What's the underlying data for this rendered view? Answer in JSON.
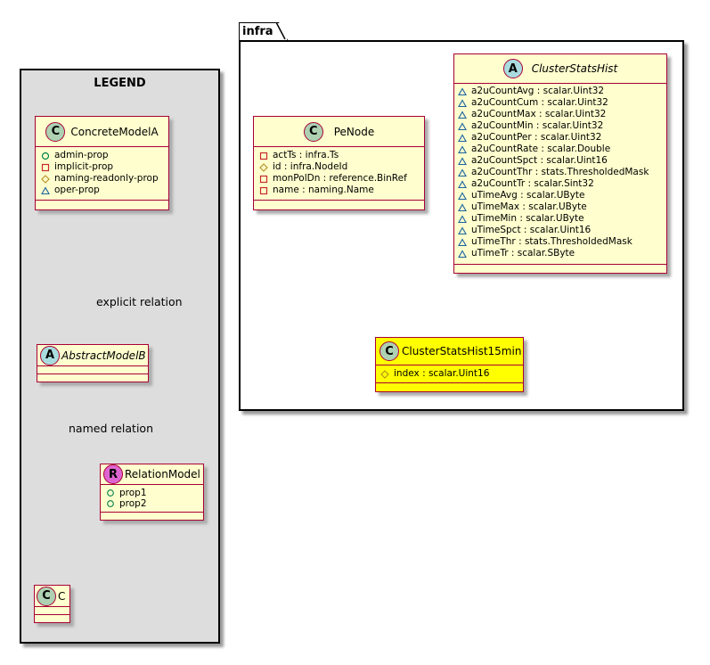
{
  "legend": {
    "title": "LEGEND",
    "concrete_model": {
      "stereotype_icon": "C",
      "name": "ConcreteModelA",
      "attributes": [
        {
          "visibility": "public",
          "text": "admin-prop"
        },
        {
          "visibility": "private",
          "text": "implicit-prop"
        },
        {
          "visibility": "protected",
          "text": "naming-readonly-prop"
        },
        {
          "visibility": "package",
          "text": "oper-prop"
        }
      ]
    },
    "abstract_model": {
      "stereotype_icon": "A",
      "name": "AbstractModelB"
    },
    "relation_model": {
      "stereotype_icon": "R",
      "name": "RelationModel",
      "attributes": [
        {
          "visibility": "public",
          "text": "prop1"
        },
        {
          "visibility": "public",
          "text": "prop2"
        }
      ]
    },
    "class_c": {
      "stereotype_icon": "C",
      "name": "C"
    },
    "edges": {
      "explicit": "explicit relation",
      "named": "named relation"
    }
  },
  "package": {
    "name": "infra",
    "pe_node": {
      "stereotype_icon": "C",
      "name": "PeNode",
      "attributes": [
        {
          "visibility": "private",
          "text": "actTs : infra.Ts"
        },
        {
          "visibility": "protected",
          "text": "id : infra.NodeId"
        },
        {
          "visibility": "private",
          "text": "monPolDn : reference.BinRef"
        },
        {
          "visibility": "private",
          "text": "name : naming.Name"
        }
      ]
    },
    "cluster_stats_hist": {
      "stereotype_icon": "A",
      "name": "ClusterStatsHist",
      "attributes": [
        {
          "visibility": "package",
          "text": "a2uCountAvg : scalar.Uint32"
        },
        {
          "visibility": "package",
          "text": "a2uCountCum : scalar.Uint32"
        },
        {
          "visibility": "package",
          "text": "a2uCountMax : scalar.Uint32"
        },
        {
          "visibility": "package",
          "text": "a2uCountMin : scalar.Uint32"
        },
        {
          "visibility": "package",
          "text": "a2uCountPer : scalar.Uint32"
        },
        {
          "visibility": "package",
          "text": "a2uCountRate : scalar.Double"
        },
        {
          "visibility": "package",
          "text": "a2uCountSpct : scalar.Uint16"
        },
        {
          "visibility": "package",
          "text": "a2uCountThr : stats.ThresholdedMask"
        },
        {
          "visibility": "package",
          "text": "a2uCountTr : scalar.Sint32"
        },
        {
          "visibility": "package",
          "text": "uTimeAvg : scalar.UByte"
        },
        {
          "visibility": "package",
          "text": "uTimeMax : scalar.UByte"
        },
        {
          "visibility": "package",
          "text": "uTimeMin : scalar.UByte"
        },
        {
          "visibility": "package",
          "text": "uTimeSpct : scalar.Uint16"
        },
        {
          "visibility": "package",
          "text": "uTimeThr : stats.ThresholdedMask"
        },
        {
          "visibility": "package",
          "text": "uTimeTr : scalar.SByte"
        }
      ]
    },
    "cluster_stats_hist_15min": {
      "stereotype_icon": "C",
      "name": "ClusterStatsHist15min",
      "highlight_color": "#ffff00",
      "attributes": [
        {
          "visibility": "protected",
          "text": "index : scalar.Uint16"
        }
      ]
    }
  },
  "colors": {
    "border": "#a80036",
    "class_fill": "#fefece",
    "legend_fill": "#dddddd",
    "public": "#038048",
    "private": "#c82930",
    "protected": "#b38d22",
    "package": "#1963a0"
  }
}
